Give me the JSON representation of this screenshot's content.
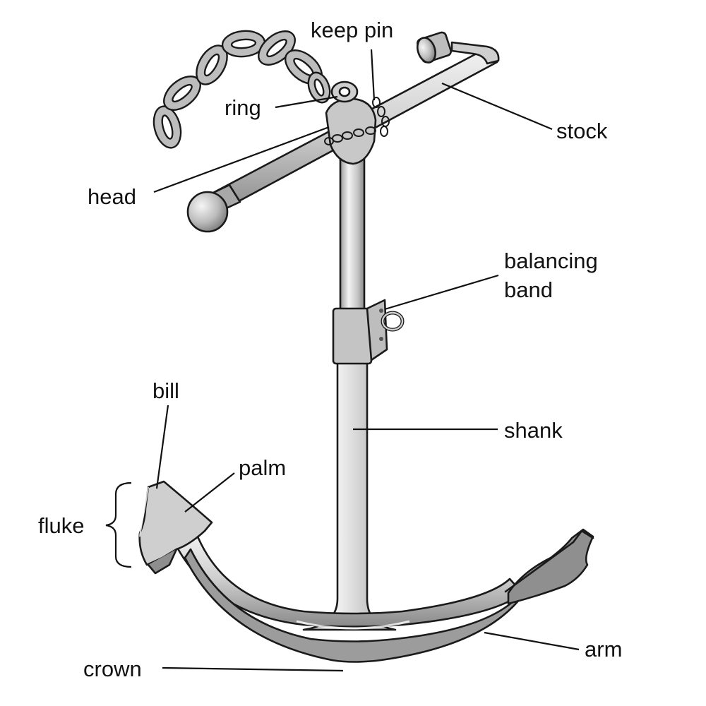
{
  "labels": {
    "keep_pin": "keep pin",
    "ring": "ring",
    "stock": "stock",
    "head": "head",
    "balancing_band_1": "balancing",
    "balancing_band_2": "band",
    "shank": "shank",
    "bill": "bill",
    "palm": "palm",
    "fluke": "fluke",
    "arm": "arm",
    "crown": "crown"
  },
  "colors": {
    "metal_light": "#e6e6e6",
    "metal_mid": "#bdbdbd",
    "metal_dark": "#8a8a8a",
    "outline": "#1a1a1a",
    "text": "#111111"
  }
}
